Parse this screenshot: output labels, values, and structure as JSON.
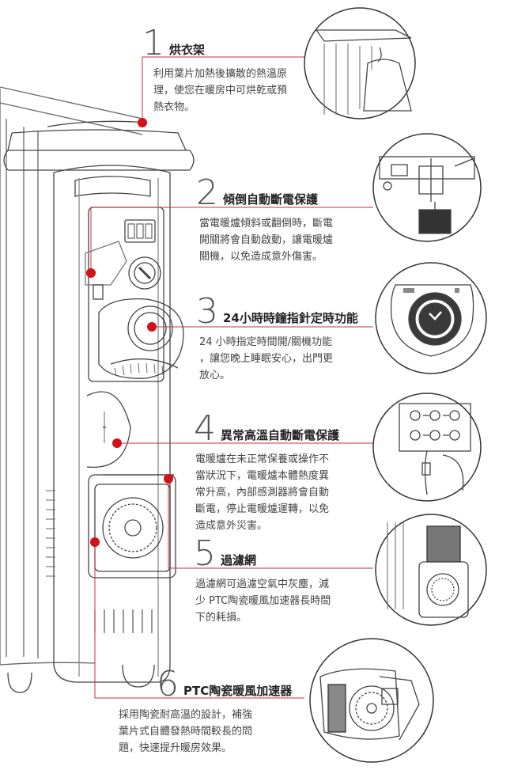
{
  "features": [
    {
      "num": "1",
      "title": "烘衣架",
      "desc": [
        "利用葉片加熱後擴散的熱溫原",
        "理，使您在暖房中可烘乾或預",
        "熱衣物。"
      ]
    },
    {
      "num": "2",
      "title": "傾倒自動斷電保護",
      "desc": [
        "當電暖爐傾斜或翻倒時，斷電",
        "開關將會自動啟動，讓電暖爐",
        "關機，以免造成意外傷害。"
      ]
    },
    {
      "num": "3",
      "title": "24小時時鐘指針定時功能",
      "desc": [
        "24 小時指定時間開/關機功能",
        "，讓您晚上睡眠安心，出門更",
        "放心。"
      ]
    },
    {
      "num": "4",
      "title": "異常高溫自動斷電保護",
      "desc": [
        "電暖爐在未正常保養或操作不",
        "當狀況下，電暖爐本體熱度異",
        "常升高，內部感測器將會自動",
        "斷電，停止電暖爐運轉，以免",
        "造成意外災害。"
      ]
    },
    {
      "num": "5",
      "title": "過濾網",
      "desc": [
        "過濾網可過濾空氣中灰塵，減",
        "少 PTC陶瓷暖風加速器長時間",
        "下的耗損。"
      ]
    },
    {
      "num": "6",
      "title": "PTC陶瓷暖風加速器",
      "desc": [
        "採用陶瓷耐高溫的設計，補強",
        "葉片式自體發熱時間較長的問",
        "題，快速提升暖房效果。"
      ]
    }
  ],
  "colors": {
    "accent": "#d1121b",
    "line": "#444444",
    "connector": "#c8323a"
  }
}
